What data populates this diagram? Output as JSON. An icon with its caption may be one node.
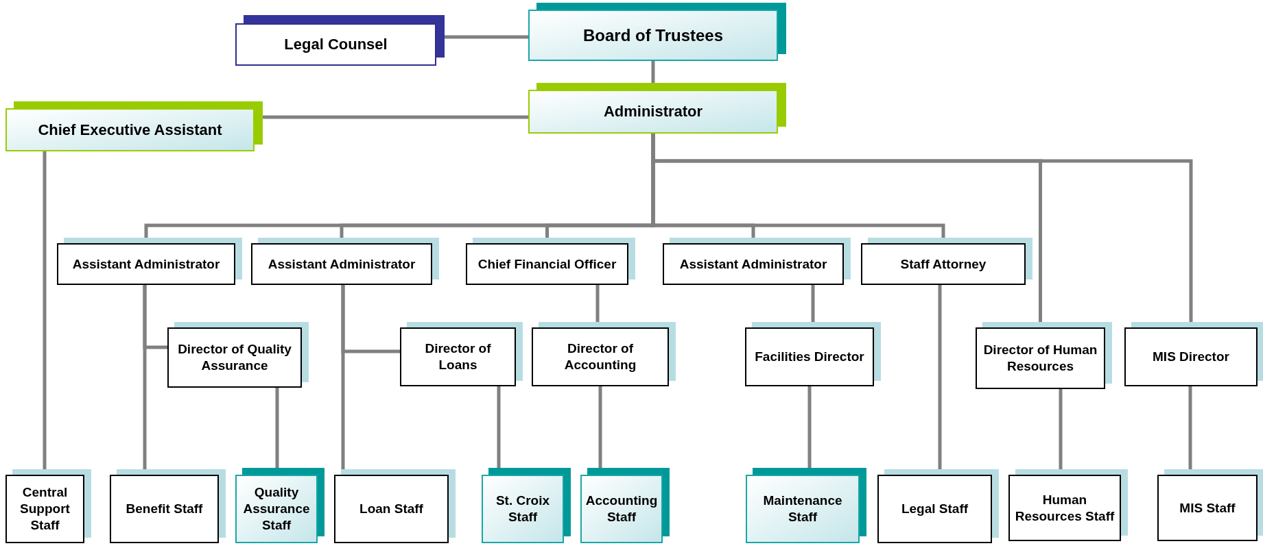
{
  "diagram": {
    "nodes": [
      {
        "text": [
          "Legal Counsel"
        ]
      },
      {
        "text": [
          "Board of Trustees"
        ]
      },
      {
        "text": [
          "Administrator"
        ]
      },
      {
        "text": [
          "Chief Executive Assistant"
        ]
      },
      {
        "text": [
          "Assistant Administrator"
        ]
      },
      {
        "text": [
          "Assistant Administrator"
        ]
      },
      {
        "text": [
          "Chief Financial Officer"
        ]
      },
      {
        "text": [
          "Assistant Administrator"
        ]
      },
      {
        "text": [
          "Staff Attorney"
        ]
      },
      {
        "text": [
          "Director of Quality Assurance"
        ]
      },
      {
        "text": [
          "Director of Loans"
        ]
      },
      {
        "text": [
          "Director of Accounting"
        ]
      },
      {
        "text": [
          "Facilities Director"
        ]
      },
      {
        "text": [
          "Director of Human Resources"
        ]
      },
      {
        "text": [
          "MIS Director"
        ]
      },
      {
        "text": [
          "Central Support Staff"
        ]
      },
      {
        "text": [
          "Benefit Staff"
        ]
      },
      {
        "text": [
          "Quality Assurance Staff"
        ]
      },
      {
        "text": [
          "Loan Staff"
        ]
      },
      {
        "text": [
          "St. Croix Staff"
        ]
      },
      {
        "text": [
          "Accounting Staff"
        ]
      },
      {
        "text": [
          "Maintenance Staff"
        ]
      },
      {
        "text": [
          "Legal Staff"
        ]
      },
      {
        "text": [
          "Human Resources Staff"
        ]
      },
      {
        "text": [
          "MIS Staff"
        ]
      }
    ],
    "edges": [
      {
        "from": 1,
        "to": 0,
        "arrow": "none"
      },
      {
        "from": 1,
        "to": 2,
        "arrow": "none"
      },
      {
        "from": 2,
        "to": 3,
        "arrow": "none"
      },
      {
        "from": 2,
        "to": 4,
        "arrow": "none"
      },
      {
        "from": 2,
        "to": 5,
        "arrow": "none"
      },
      {
        "from": 2,
        "to": 6,
        "arrow": "none"
      },
      {
        "from": 2,
        "to": 7,
        "arrow": "none"
      },
      {
        "from": 2,
        "to": 8,
        "arrow": "none"
      },
      {
        "from": 2,
        "to": 13,
        "arrow": "none"
      },
      {
        "from": 2,
        "to": 14,
        "arrow": "none"
      },
      {
        "from": 3,
        "to": 15,
        "arrow": "none"
      },
      {
        "from": 4,
        "to": 9,
        "arrow": "none"
      },
      {
        "from": 4,
        "to": 16,
        "arrow": "none"
      },
      {
        "from": 5,
        "to": 10,
        "arrow": "none"
      },
      {
        "from": 5,
        "to": 18,
        "arrow": "none"
      },
      {
        "from": 6,
        "to": 11,
        "arrow": "none"
      },
      {
        "from": 9,
        "to": 17,
        "arrow": "none"
      },
      {
        "from": 10,
        "to": 19,
        "arrow": "none"
      },
      {
        "from": 11,
        "to": 20,
        "arrow": "none"
      },
      {
        "from": 7,
        "to": 12,
        "arrow": "none"
      },
      {
        "from": 12,
        "to": 21,
        "arrow": "none"
      },
      {
        "from": 8,
        "to": 22,
        "arrow": "none"
      },
      {
        "from": 13,
        "to": 23,
        "arrow": "none"
      },
      {
        "from": 14,
        "to": 24,
        "arrow": "none"
      }
    ]
  }
}
